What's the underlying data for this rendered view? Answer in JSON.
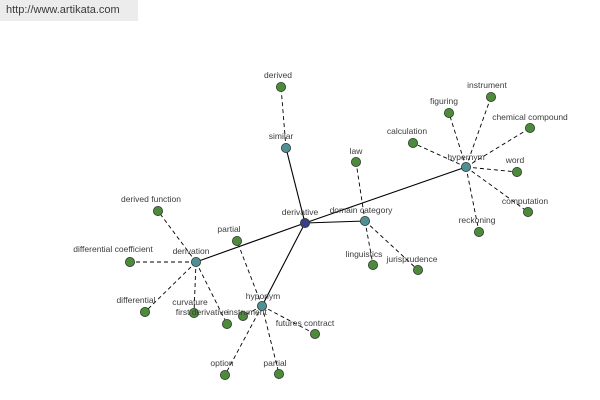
{
  "source_url": "http://www.artikata.com",
  "colors": {
    "center": "#3b3f86",
    "hub": "#4f8f95",
    "leaf": "#4e8a3c",
    "node_stroke": "#2a3a2a",
    "edge": "#000000",
    "label": "#3c3c3c"
  },
  "graph": {
    "nodes": [
      {
        "id": "derivative",
        "label": "derivative",
        "kind": "center"
      },
      {
        "id": "similar",
        "label": "similar",
        "kind": "hub"
      },
      {
        "id": "domain",
        "label": "domain category",
        "kind": "hub"
      },
      {
        "id": "hypernym",
        "label": "hypernym",
        "kind": "hub"
      },
      {
        "id": "derivation",
        "label": "derivation",
        "kind": "hub"
      },
      {
        "id": "hyponym",
        "label": "hyponym",
        "kind": "hub"
      },
      {
        "id": "derived",
        "label": "derived",
        "kind": "leaf"
      },
      {
        "id": "law",
        "label": "law",
        "kind": "leaf"
      },
      {
        "id": "linguistics",
        "label": "linguistics",
        "kind": "leaf"
      },
      {
        "id": "jurisprudence",
        "label": "jurisprudence",
        "kind": "leaf"
      },
      {
        "id": "instrument_h",
        "label": "instrument",
        "kind": "leaf"
      },
      {
        "id": "figuring",
        "label": "figuring",
        "kind": "leaf"
      },
      {
        "id": "chemical_compound",
        "label": "chemical compound",
        "kind": "leaf"
      },
      {
        "id": "calculation",
        "label": "calculation",
        "kind": "leaf"
      },
      {
        "id": "word",
        "label": "word",
        "kind": "leaf"
      },
      {
        "id": "computation",
        "label": "computation",
        "kind": "leaf"
      },
      {
        "id": "reckoning",
        "label": "reckoning",
        "kind": "leaf"
      },
      {
        "id": "derived_function",
        "label": "derived function",
        "kind": "leaf"
      },
      {
        "id": "differential_coefficient",
        "label": "differential coefficient",
        "kind": "leaf"
      },
      {
        "id": "differential",
        "label": "differential",
        "kind": "leaf"
      },
      {
        "id": "curvature",
        "label": "curvature",
        "kind": "leaf"
      },
      {
        "id": "first_derivative",
        "label": "first derivative",
        "kind": "leaf"
      },
      {
        "id": "partial_d",
        "label": "partial",
        "kind": "leaf"
      },
      {
        "id": "instrument_y",
        "label": "instrument",
        "kind": "leaf"
      },
      {
        "id": "futures_contract",
        "label": "futures contract",
        "kind": "leaf"
      },
      {
        "id": "option",
        "label": "option",
        "kind": "leaf"
      },
      {
        "id": "partial_y",
        "label": "partial",
        "kind": "leaf"
      }
    ],
    "edges": [
      {
        "from": "derivative",
        "to": "similar",
        "style": "solid"
      },
      {
        "from": "derivative",
        "to": "domain",
        "style": "solid"
      },
      {
        "from": "derivative",
        "to": "hypernym",
        "style": "solid"
      },
      {
        "from": "derivative",
        "to": "derivation",
        "style": "solid"
      },
      {
        "from": "derivative",
        "to": "hyponym",
        "style": "solid"
      },
      {
        "from": "similar",
        "to": "derived",
        "style": "dashed"
      },
      {
        "from": "domain",
        "to": "law",
        "style": "dashed"
      },
      {
        "from": "domain",
        "to": "linguistics",
        "style": "dashed"
      },
      {
        "from": "domain",
        "to": "jurisprudence",
        "style": "dashed"
      },
      {
        "from": "hypernym",
        "to": "instrument_h",
        "style": "dashed"
      },
      {
        "from": "hypernym",
        "to": "figuring",
        "style": "dashed"
      },
      {
        "from": "hypernym",
        "to": "chemical_compound",
        "style": "dashed"
      },
      {
        "from": "hypernym",
        "to": "calculation",
        "style": "dashed"
      },
      {
        "from": "hypernym",
        "to": "word",
        "style": "dashed"
      },
      {
        "from": "hypernym",
        "to": "computation",
        "style": "dashed"
      },
      {
        "from": "hypernym",
        "to": "reckoning",
        "style": "dashed"
      },
      {
        "from": "derivation",
        "to": "derived_function",
        "style": "dashed"
      },
      {
        "from": "derivation",
        "to": "differential_coefficient",
        "style": "dashed"
      },
      {
        "from": "derivation",
        "to": "differential",
        "style": "dashed"
      },
      {
        "from": "derivation",
        "to": "curvature",
        "style": "dashed"
      },
      {
        "from": "derivation",
        "to": "first_derivative",
        "style": "dashed"
      },
      {
        "from": "hyponym",
        "to": "partial_d",
        "style": "dashed"
      },
      {
        "from": "hyponym",
        "to": "instrument_y",
        "style": "dashed"
      },
      {
        "from": "hyponym",
        "to": "futures_contract",
        "style": "dashed"
      },
      {
        "from": "hyponym",
        "to": "option",
        "style": "dashed"
      },
      {
        "from": "hyponym",
        "to": "partial_y",
        "style": "dashed"
      }
    ]
  }
}
